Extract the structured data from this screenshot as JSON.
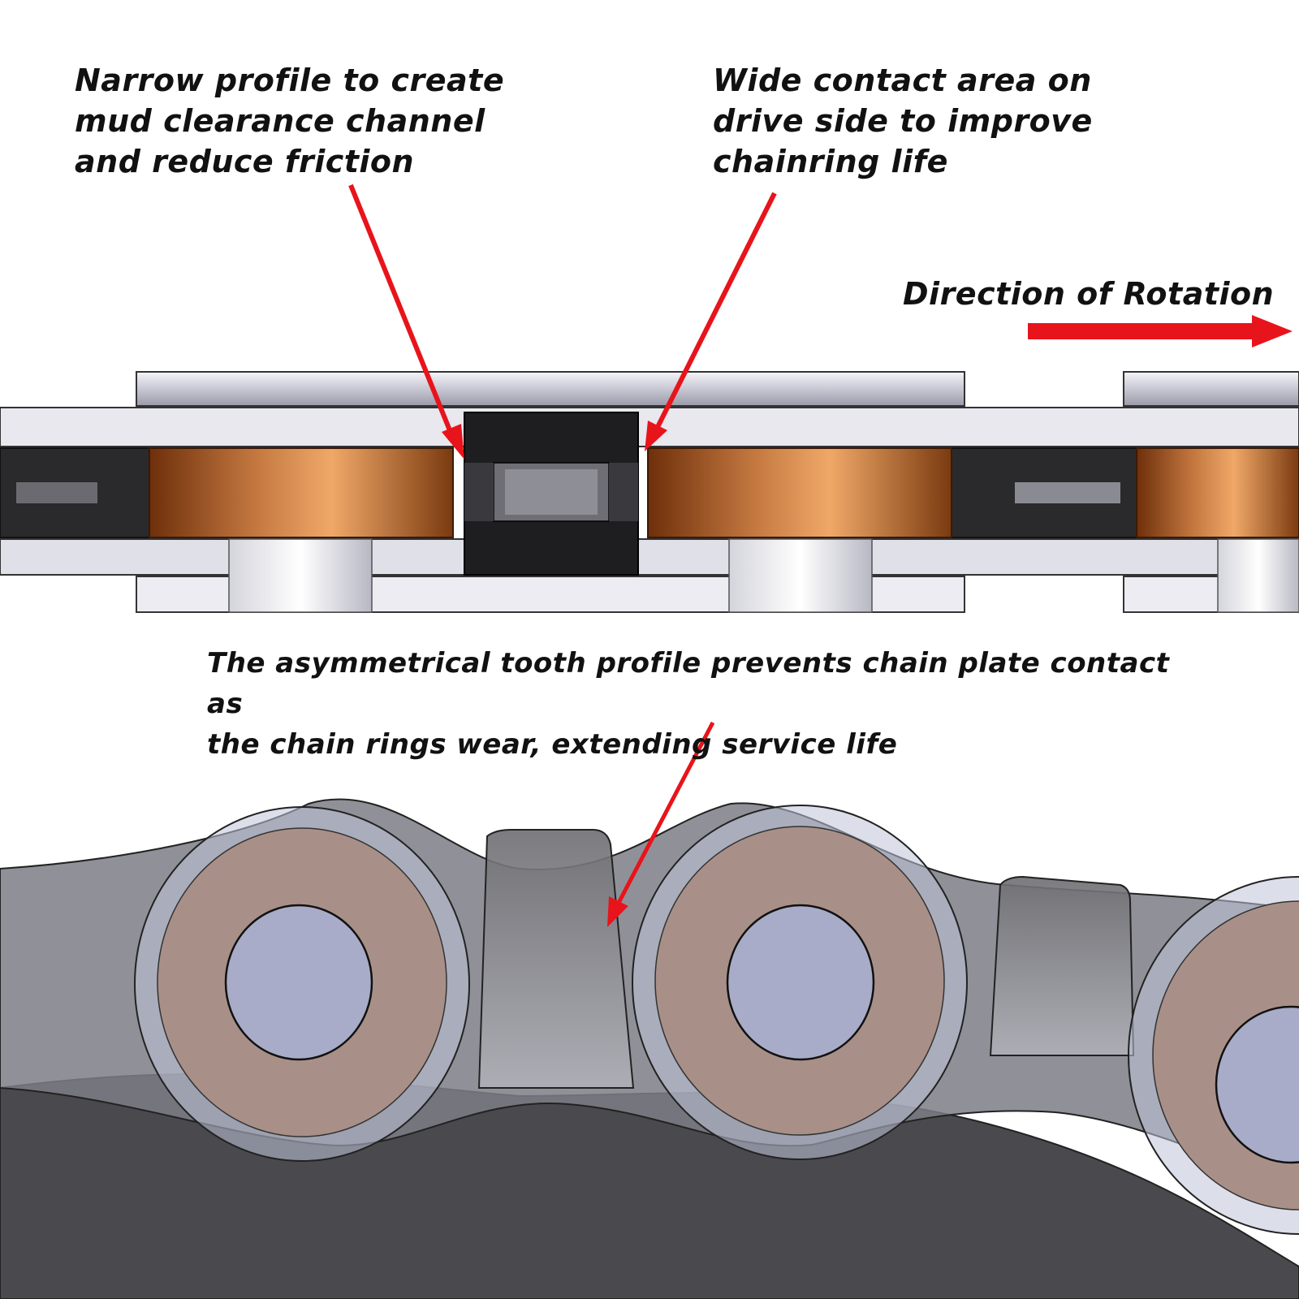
{
  "annotations": {
    "narrow_profile": "Narrow profile to create\nmud clearance channel\nand reduce friction",
    "wide_contact": "Wide contact area on\ndrive side to improve\nchainring life",
    "direction": "Direction of Rotation",
    "asymmetrical": "The asymmetrical tooth profile prevents chain plate contact as\nthe chain rings wear, extending service life"
  },
  "colors": {
    "arrow": "#e8141b",
    "copper_mid": "#f0a868",
    "copper_dark": "#6e2f0a",
    "roller_rose": "#a89088",
    "pin_lavender": "#a8acc8",
    "chainring_dark": "#4a4a4e"
  }
}
